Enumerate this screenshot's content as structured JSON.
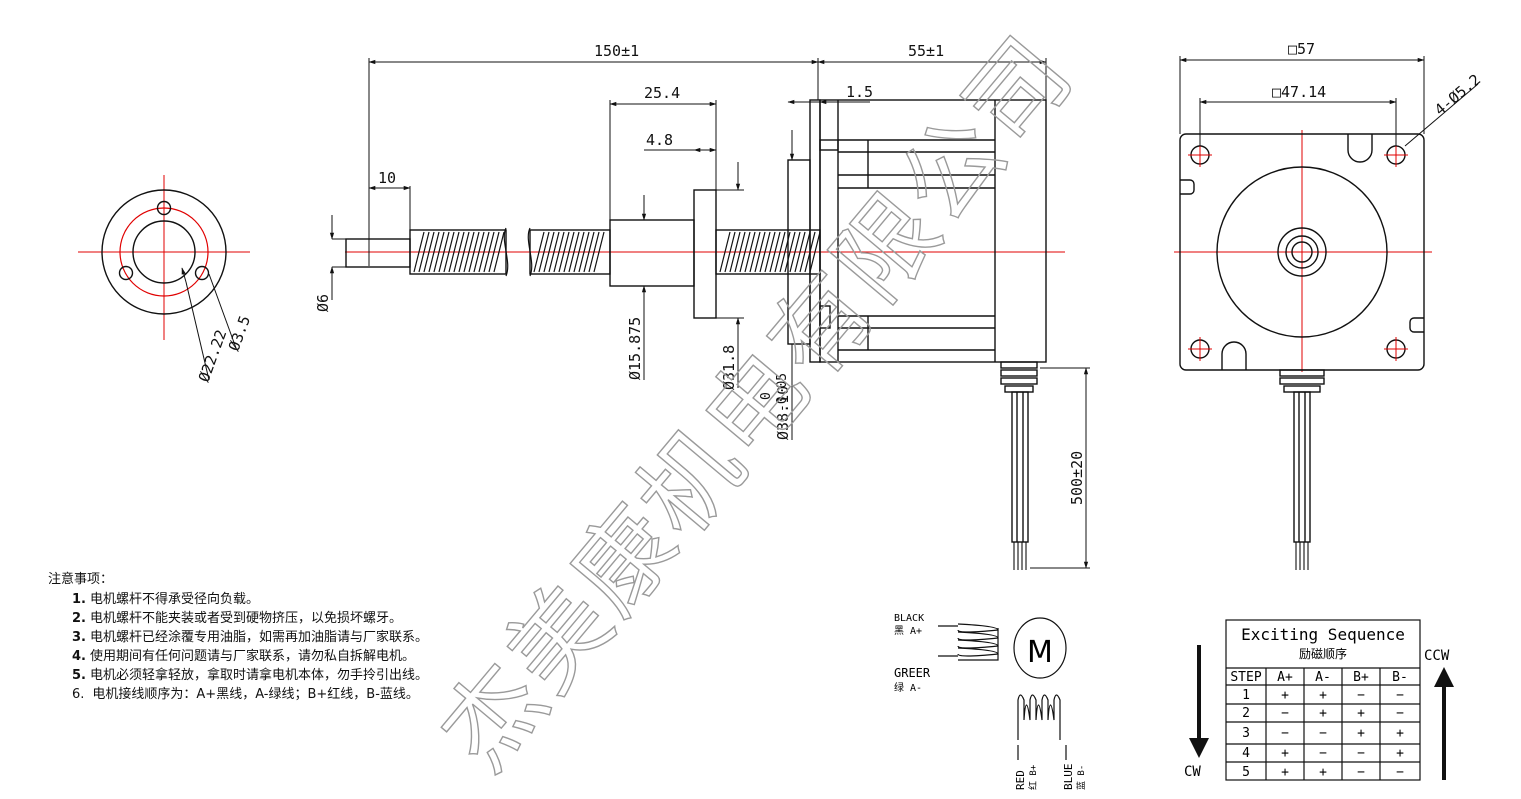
{
  "dimensions": {
    "overall_length": "150±1",
    "motor_length": "55±1",
    "flange_square": "□57",
    "hole_spacing": "□47.14",
    "mount_holes": "4-Ø5.2",
    "nut_length": "25.4",
    "flange_thickness": "4.8",
    "pilot_depth": "1.5",
    "shaft_end_length": "10",
    "shaft_dia": "Ø6",
    "nut_dia": "Ø15.875",
    "nut_flange_dia": "Ø31.8",
    "pilot_dia": "Ø38.10",
    "pilot_tol_upper": "0",
    "pilot_tol_lower": "-0.05",
    "nut_bolt_circle": "Ø22.22",
    "nut_hole_dia": "Ø3.5",
    "lead_length": "500±20"
  },
  "watermark": "杰美康机电有限公司",
  "notes": {
    "heading": "注意事项：",
    "items": [
      {
        "num": "1.",
        "text": "电机螺杆不得承受径向负载。"
      },
      {
        "num": "2.",
        "text": "电机螺杆不能夹装或者受到硬物挤压，以免损坏螺牙。"
      },
      {
        "num": "3.",
        "text": "电机螺杆已经涂覆专用油脂，如需再加油脂请与厂家联系。"
      },
      {
        "num": "4.",
        "text": "使用期间有任何问题请与厂家联系，请勿私自拆解电机。"
      },
      {
        "num": "5.",
        "text": "电机必须轻拿轻放，拿取时请拿电机本体，勿手拎引出线。"
      },
      {
        "num": "6.",
        "text": "电机接线顺序为：A+黑线，A-绿线；B+红线，B-蓝线。"
      }
    ]
  },
  "wiring": {
    "black_en": "BLACK",
    "black_cn": "黑 A+",
    "green_en": "GREER",
    "green_cn": "绿 A-",
    "red_en": "RED",
    "red_cn": "红 B+",
    "blue_en": "BLUE",
    "blue_cn": "蓝 B-",
    "motor_symbol": "M"
  },
  "sequence": {
    "title": "Exciting Sequence",
    "subtitle": "励磁顺序",
    "headers": [
      "STEP",
      "A+",
      "A-",
      "B+",
      "B-"
    ],
    "rows": [
      [
        "1",
        "+",
        "+",
        "−",
        "−"
      ],
      [
        "2",
        "−",
        "+",
        "+",
        "−"
      ],
      [
        "3",
        "−",
        "−",
        "+",
        "+"
      ],
      [
        "4",
        "+",
        "−",
        "−",
        "+"
      ],
      [
        "5",
        "+",
        "+",
        "−",
        "−"
      ]
    ],
    "cw_label": "CW",
    "ccw_label": "CCW"
  }
}
